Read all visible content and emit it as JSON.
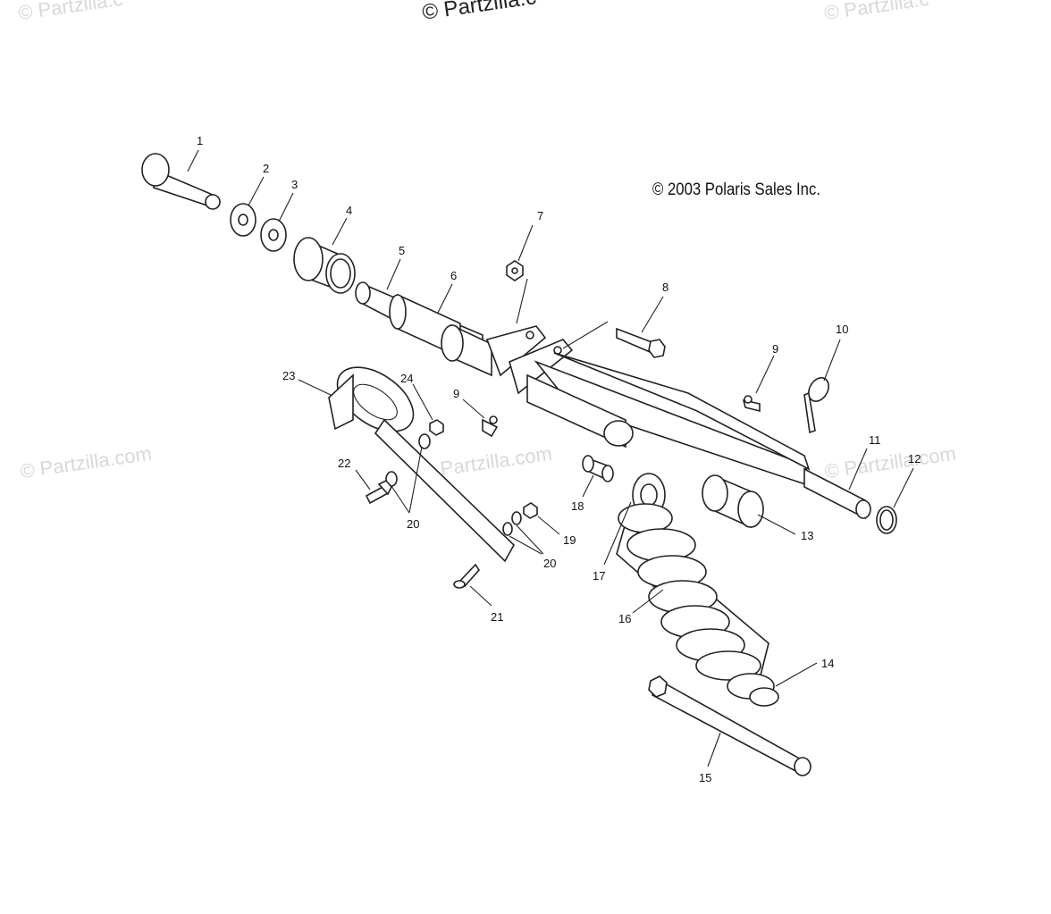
{
  "watermarks": {
    "top_center": "© Partzilla.c",
    "top_left": "© Partzilla.c",
    "top_right": "© Partzilla.c",
    "mid_left": "© Partzilla.com",
    "mid_center": "© Partzilla.com",
    "mid_right": "© Partzilla.com"
  },
  "copyright": "2003 Polaris Sales Inc.",
  "callouts": [
    "1",
    "2",
    "3",
    "4",
    "5",
    "6",
    "7",
    "8",
    "9",
    "10",
    "11",
    "12",
    "13",
    "14",
    "15",
    "16",
    "17",
    "18",
    "19",
    "20",
    "21",
    "22",
    "23",
    "24",
    "9",
    "20"
  ]
}
